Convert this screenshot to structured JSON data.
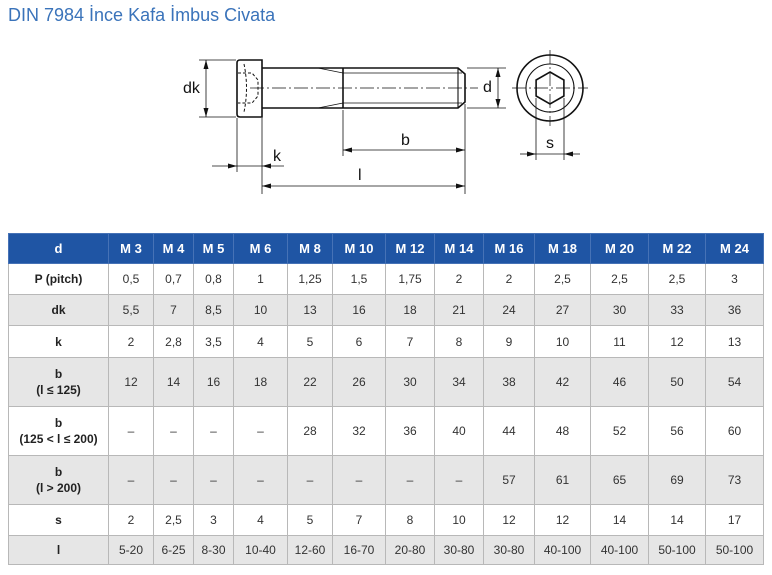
{
  "page": {
    "title": "DIN 7984 İnce Kafa İmbus Civata"
  },
  "drawing": {
    "label_dk": "dk",
    "label_k": "k",
    "label_b": "b",
    "label_l": "l",
    "label_d": "d",
    "label_s": "s"
  },
  "table": {
    "header": [
      "d",
      "M 3",
      "M 4",
      "M 5",
      "M 6",
      "M 8",
      "M 10",
      "M 12",
      "M 14",
      "M 16",
      "M 18",
      "M 20",
      "M 22",
      "M 24"
    ],
    "rows": [
      {
        "label": "P (pitch)",
        "values": [
          "0,5",
          "0,7",
          "0,8",
          "1",
          "1,25",
          "1,5",
          "1,75",
          "2",
          "2",
          "2,5",
          "2,5",
          "2,5",
          "3"
        ]
      },
      {
        "label": "dk",
        "values": [
          "5,5",
          "7",
          "8,5",
          "10",
          "13",
          "16",
          "18",
          "21",
          "24",
          "27",
          "30",
          "33",
          "36"
        ]
      },
      {
        "label": "k",
        "values": [
          "2",
          "2,8",
          "3,5",
          "4",
          "5",
          "6",
          "7",
          "8",
          "9",
          "10",
          "11",
          "12",
          "13"
        ]
      },
      {
        "label": "b",
        "sub": "(l ≤ 125)",
        "values": [
          "12",
          "14",
          "16",
          "18",
          "22",
          "26",
          "30",
          "34",
          "38",
          "42",
          "46",
          "50",
          "54"
        ]
      },
      {
        "label": "b",
        "sub": "(125 < l ≤ 200)",
        "values": [
          "–",
          "–",
          "–",
          "–",
          "28",
          "32",
          "36",
          "40",
          "44",
          "48",
          "52",
          "56",
          "60"
        ]
      },
      {
        "label": "b",
        "sub": "(l > 200)",
        "values": [
          "–",
          "–",
          "–",
          "–",
          "–",
          "–",
          "–",
          "–",
          "57",
          "61",
          "65",
          "69",
          "73"
        ]
      },
      {
        "label": "s",
        "values": [
          "2",
          "2,5",
          "3",
          "4",
          "5",
          "7",
          "8",
          "10",
          "12",
          "12",
          "14",
          "14",
          "17"
        ]
      },
      {
        "label": "l",
        "values": [
          "5-20",
          "6-25",
          "8-30",
          "10-40",
          "12-60",
          "16-70",
          "20-80",
          "30-80",
          "30-80",
          "40-100",
          "40-100",
          "50-100",
          "50-100"
        ]
      }
    ]
  },
  "colors": {
    "title": "#3a73ba",
    "header_bg": "#1f55a4",
    "row_alt_bg": "#e6e6e6",
    "grid": "#b8b8b8"
  }
}
